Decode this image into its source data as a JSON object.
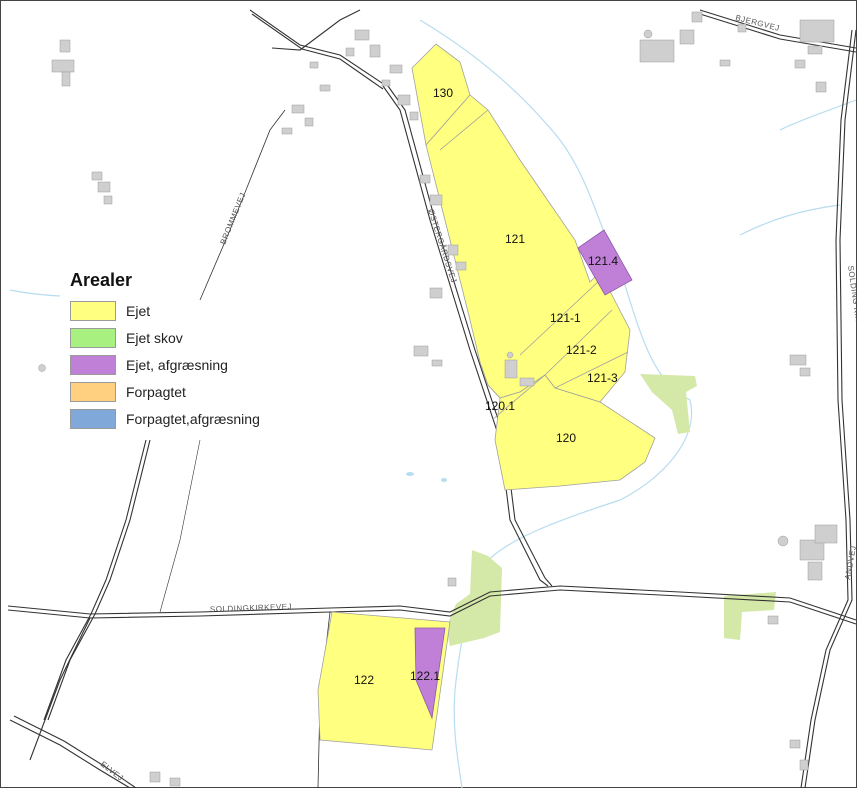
{
  "legend": {
    "title": "Arealer",
    "items": [
      {
        "label": "Ejet",
        "color": "#ffff80"
      },
      {
        "label": "Ejet skov",
        "color": "#a8f080"
      },
      {
        "label": "Ejet, afgræsning",
        "color": "#c080d8"
      },
      {
        "label": "Forpagtet",
        "color": "#ffd080"
      },
      {
        "label": "Forpagtet,afgræsning",
        "color": "#80a8d8"
      }
    ]
  },
  "parcels": {
    "p130": "130",
    "p121": "121",
    "p121_4": "121.4",
    "p121_1": "121-1",
    "p121_2": "121-2",
    "p121_3": "121-3",
    "p120_1": "120.1",
    "p120": "120",
    "p122": "122",
    "p122_1": "122.1"
  },
  "roads": {
    "r1": "BROMMEVEJ",
    "r2": "SOLDINGKIRKEVEJ",
    "r3": "ØSTERGÅRDSVEJ",
    "r4": "BJERGVEJ",
    "r5": "SOLDING KIRKEVEJ",
    "r6": "ANDVEJ",
    "r7": "ELVEJ"
  },
  "colors": {
    "owned": "#ffff80",
    "owned_forest": "#d4e8a8",
    "owned_grazing": "#c080d8",
    "road": "#333333",
    "stream": "#b8dcf0",
    "building": "#cfcfcf"
  }
}
